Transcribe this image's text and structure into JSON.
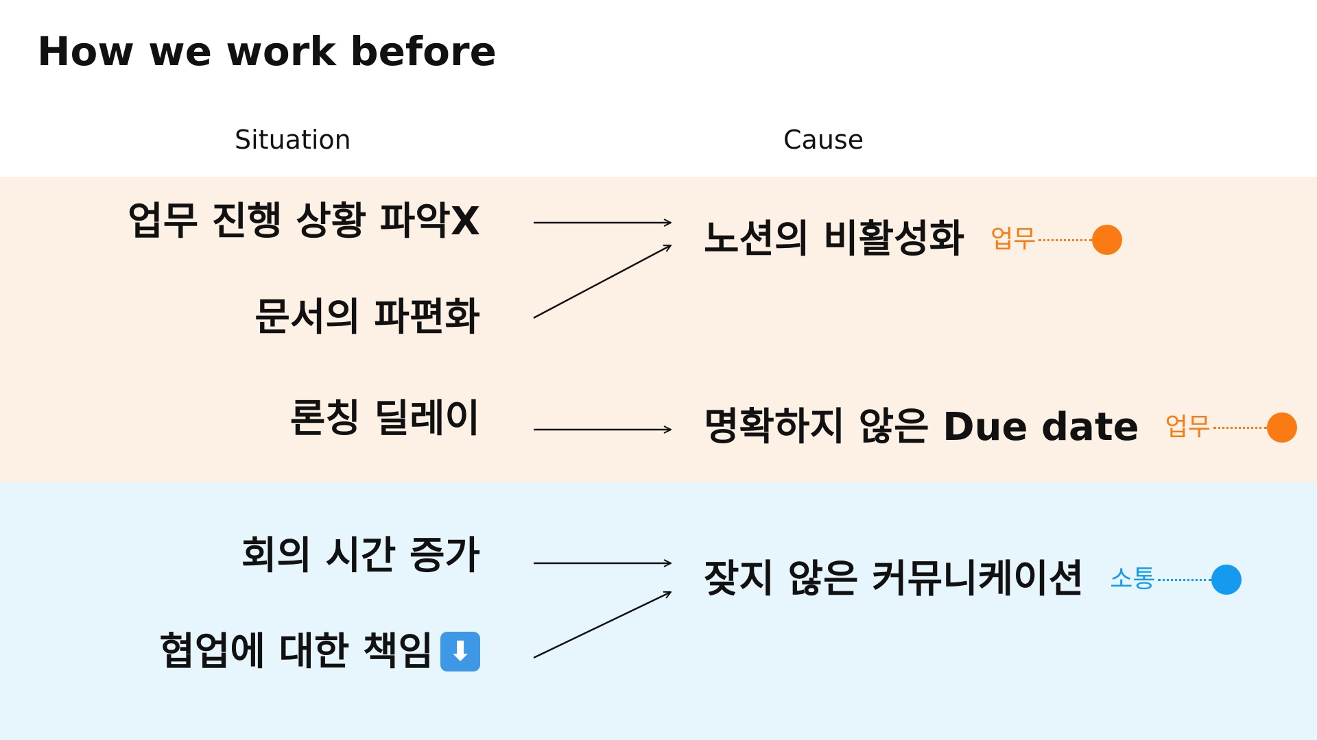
{
  "title": "How we work before",
  "columns": {
    "situation": "Situation",
    "cause": "Cause"
  },
  "situations": [
    "업무 진행 상황 파악X",
    "문서의 파편화",
    "론칭 딜레이",
    "회의 시간 증가",
    "협업에 대한 책임"
  ],
  "situation_emoji": "⬇",
  "causes": [
    {
      "text": "노션의 비활성화",
      "tag": "업무"
    },
    {
      "text": "명확하지 않은 Due date",
      "tag": "업무"
    },
    {
      "text": "잦지 않은 커뮤니케이션",
      "tag": "소통"
    }
  ],
  "colors": {
    "work_band": "#fdf1e5",
    "comm_band": "#e7f5fd",
    "work_tag": "#fa7a14",
    "comm_tag": "#149bf0",
    "arrow": "#111111"
  },
  "icons": {
    "down_emoji": "down-arrow-icon",
    "tag_dot": "circle-icon"
  }
}
